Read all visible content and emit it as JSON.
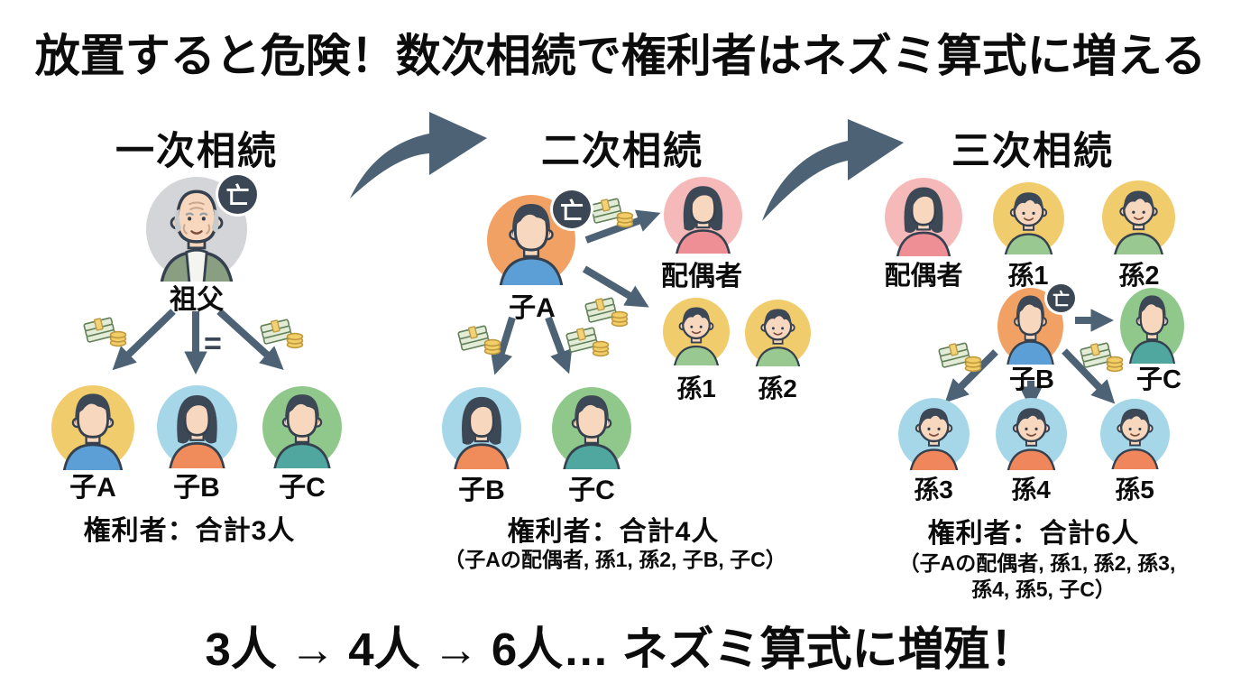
{
  "title": "放置すると危険！数次相続で権利者はネズミ算式に増える",
  "footer": "3人 → 4人 → 6人… ネズミ算式に増殖！",
  "badge": "亡",
  "equal_sign": "=",
  "palette": {
    "arrow": "#4d6375",
    "badge_bg": "#3b4754",
    "text": "#0c0c0c",
    "circle_gray": "#d4d5d8",
    "circle_yellow": "#f1cc6c",
    "circle_lightblue": "#a6d7e8",
    "circle_green": "#90c88c",
    "circle_orange": "#f0a163",
    "circle_pink": "#f4b9b8",
    "shirt_blue": "#5b9fd6",
    "shirt_orange": "#f08b5c",
    "shirt_teal": "#4fa7a0",
    "shirt_green": "#99c991",
    "shirt_pink": "#ee8f96"
  },
  "sections": [
    {
      "heading": "一次相続",
      "people": [
        {
          "label": "祖父"
        },
        {
          "label": "子A"
        },
        {
          "label": "子B"
        },
        {
          "label": "子C"
        }
      ],
      "total": "権利者：合計3人"
    },
    {
      "heading": "二次相続",
      "people": [
        {
          "label": "子A"
        },
        {
          "label": "配偶者"
        },
        {
          "label": "孫1"
        },
        {
          "label": "孫2"
        },
        {
          "label": "子B"
        },
        {
          "label": "子C"
        }
      ],
      "total": "権利者：合計4人",
      "detail": "（子Aの配偶者, 孫1, 孫2, 子B, 子C）"
    },
    {
      "heading": "三次相続",
      "people": [
        {
          "label": "配偶者"
        },
        {
          "label": "孫1"
        },
        {
          "label": "孫2"
        },
        {
          "label": "子B"
        },
        {
          "label": "子C"
        },
        {
          "label": "孫3"
        },
        {
          "label": "孫4"
        },
        {
          "label": "孫5"
        }
      ],
      "total": "権利者：合計6人",
      "detail_line1": "（子Aの配偶者, 孫1, 孫2, 孫3,",
      "detail_line2": "孫4, 孫5, 子C）"
    }
  ]
}
